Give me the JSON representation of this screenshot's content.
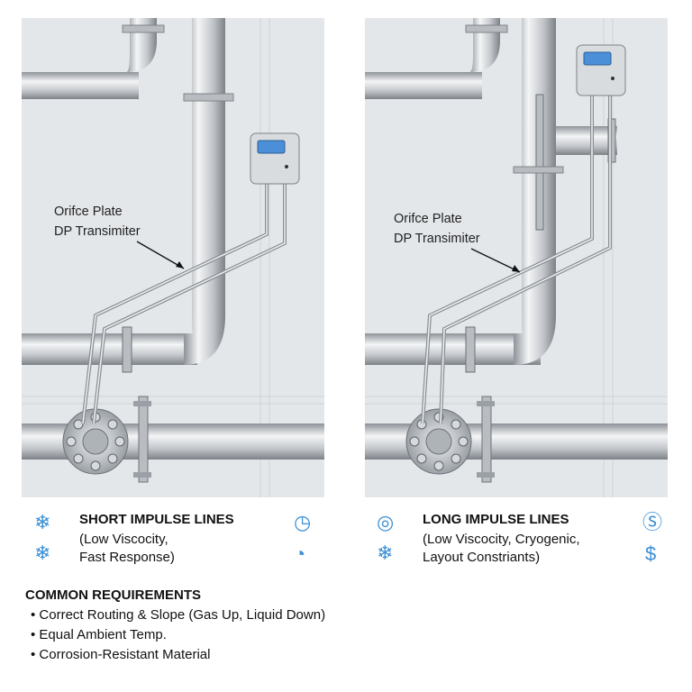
{
  "panels": [
    {
      "label_line1": "Orifce Plate",
      "label_line2": "DP Transimiter"
    },
    {
      "label_line1": "Orifce Plate",
      "label_line2": "DP Transimiter"
    }
  ],
  "short": {
    "title": "SHORT IMPULSE LINES",
    "line1": "(Low Viscocity,",
    "line2": "Fast Response)",
    "icons": [
      "snowflake-icon",
      "snowflake-icon",
      "clock-icon",
      "clock-icon"
    ]
  },
  "long": {
    "title": "LONG IMPULSE LINES",
    "line1": "(Low Viscocity, Cryogenic,",
    "line2": "Layout Constriants)",
    "icons": [
      "target-icon",
      "snowflake-icon",
      "dollar-icon",
      "dollar-icon"
    ]
  },
  "common": {
    "title": "COMMON REQUIREMENTS",
    "items": [
      "Correct Routing & Slope (Gas Up, Liquid Down)",
      "Equal Ambient Temp.",
      "Corrosion-Resistant Material"
    ]
  },
  "colors": {
    "accent": "#3a8fd6",
    "panel_bg": "#e4e7ea",
    "screen": "#4a8fd8"
  }
}
